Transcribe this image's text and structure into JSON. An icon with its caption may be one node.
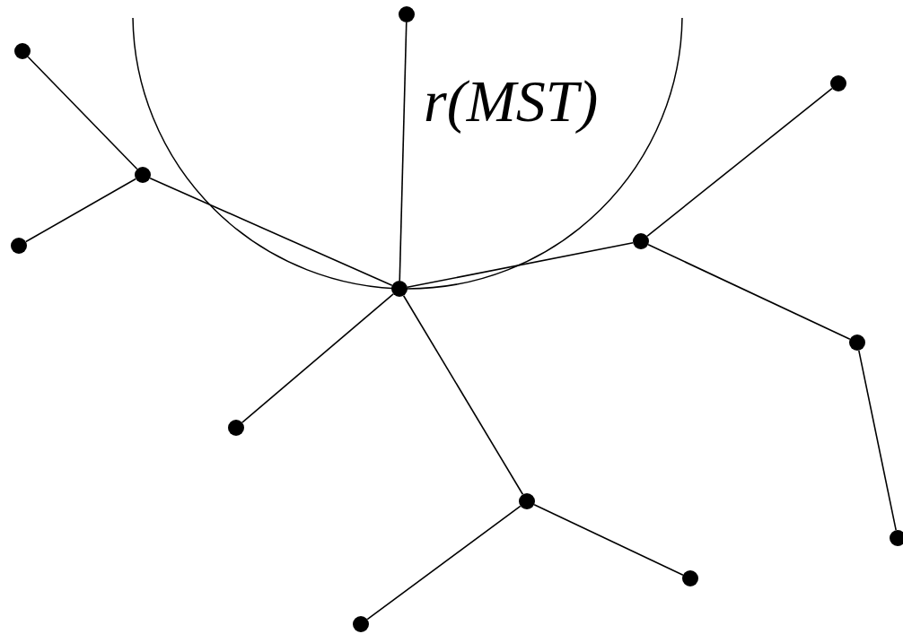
{
  "diagram": {
    "nodes": [
      {
        "text": [],
        "shape": "circle"
      },
      {
        "text": [],
        "shape": "circle"
      },
      {
        "text": [],
        "shape": "circle"
      },
      {
        "text": [],
        "shape": "circle"
      },
      {
        "text": [],
        "shape": "circle"
      },
      {
        "text": [],
        "shape": "circle"
      },
      {
        "text": [],
        "shape": "circle"
      },
      {
        "text": [],
        "shape": "circle"
      },
      {
        "text": [],
        "shape": "circle"
      },
      {
        "text": [],
        "shape": "circle"
      },
      {
        "text": [],
        "shape": "circle"
      },
      {
        "text": [],
        "shape": "circle"
      },
      {
        "text": [],
        "shape": "circle"
      }
    ],
    "edges": [
      {
        "from": 1,
        "to": 2,
        "arrow": "none"
      },
      {
        "from": 0,
        "to": 2,
        "arrow": "none"
      },
      {
        "from": 2,
        "to": 5,
        "arrow": "none"
      },
      {
        "from": 6,
        "to": 5,
        "arrow": "none"
      },
      {
        "from": 5,
        "to": 8,
        "arrow": "none"
      },
      {
        "from": 8,
        "to": 10,
        "arrow": "none"
      },
      {
        "from": 8,
        "to": 11,
        "arrow": "none"
      },
      {
        "from": 11,
        "to": 12,
        "arrow": "none"
      },
      {
        "from": 5,
        "to": 3,
        "arrow": "none"
      },
      {
        "from": 5,
        "to": 7,
        "arrow": "none"
      },
      {
        "from": 7,
        "to": 4,
        "arrow": "none"
      },
      {
        "from": 7,
        "to": 9,
        "arrow": "none"
      }
    ],
    "labels": [
      "r(MST)"
    ]
  }
}
